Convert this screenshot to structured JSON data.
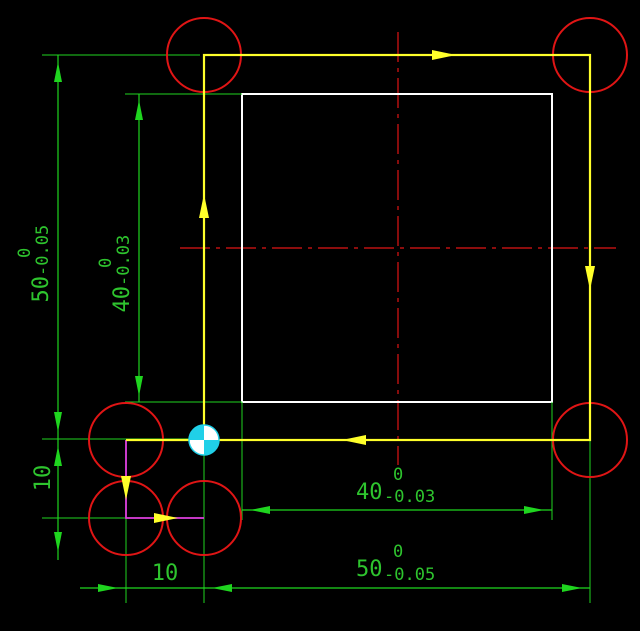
{
  "colors": {
    "background": "#000000",
    "dimension": "#1fd51f",
    "dimension_text": "#2ec42e",
    "toolpath": "#ffff2a",
    "part_outline": "#ffffff",
    "centerline": "#e01515",
    "tool_circle": "#e01515",
    "lead_in": "#e040e0",
    "start_marker": "#20d0e8"
  },
  "dimensions": {
    "outer_height": {
      "nominal": "50",
      "upper": "0",
      "lower": "-0.05"
    },
    "inner_height": {
      "nominal": "40",
      "upper": "0",
      "lower": "-0.03"
    },
    "inner_width": {
      "nominal": "40",
      "upper": "0",
      "lower": "-0.03"
    },
    "outer_width": {
      "nominal": "50",
      "upper": "0",
      "lower": "-0.05"
    },
    "lead_in_vertical": {
      "nominal": "10"
    },
    "lead_in_horizontal": {
      "nominal": "10"
    }
  },
  "icons": {
    "start_point": "start-point-icon",
    "direction_arrow": "direction-arrow-icon"
  }
}
